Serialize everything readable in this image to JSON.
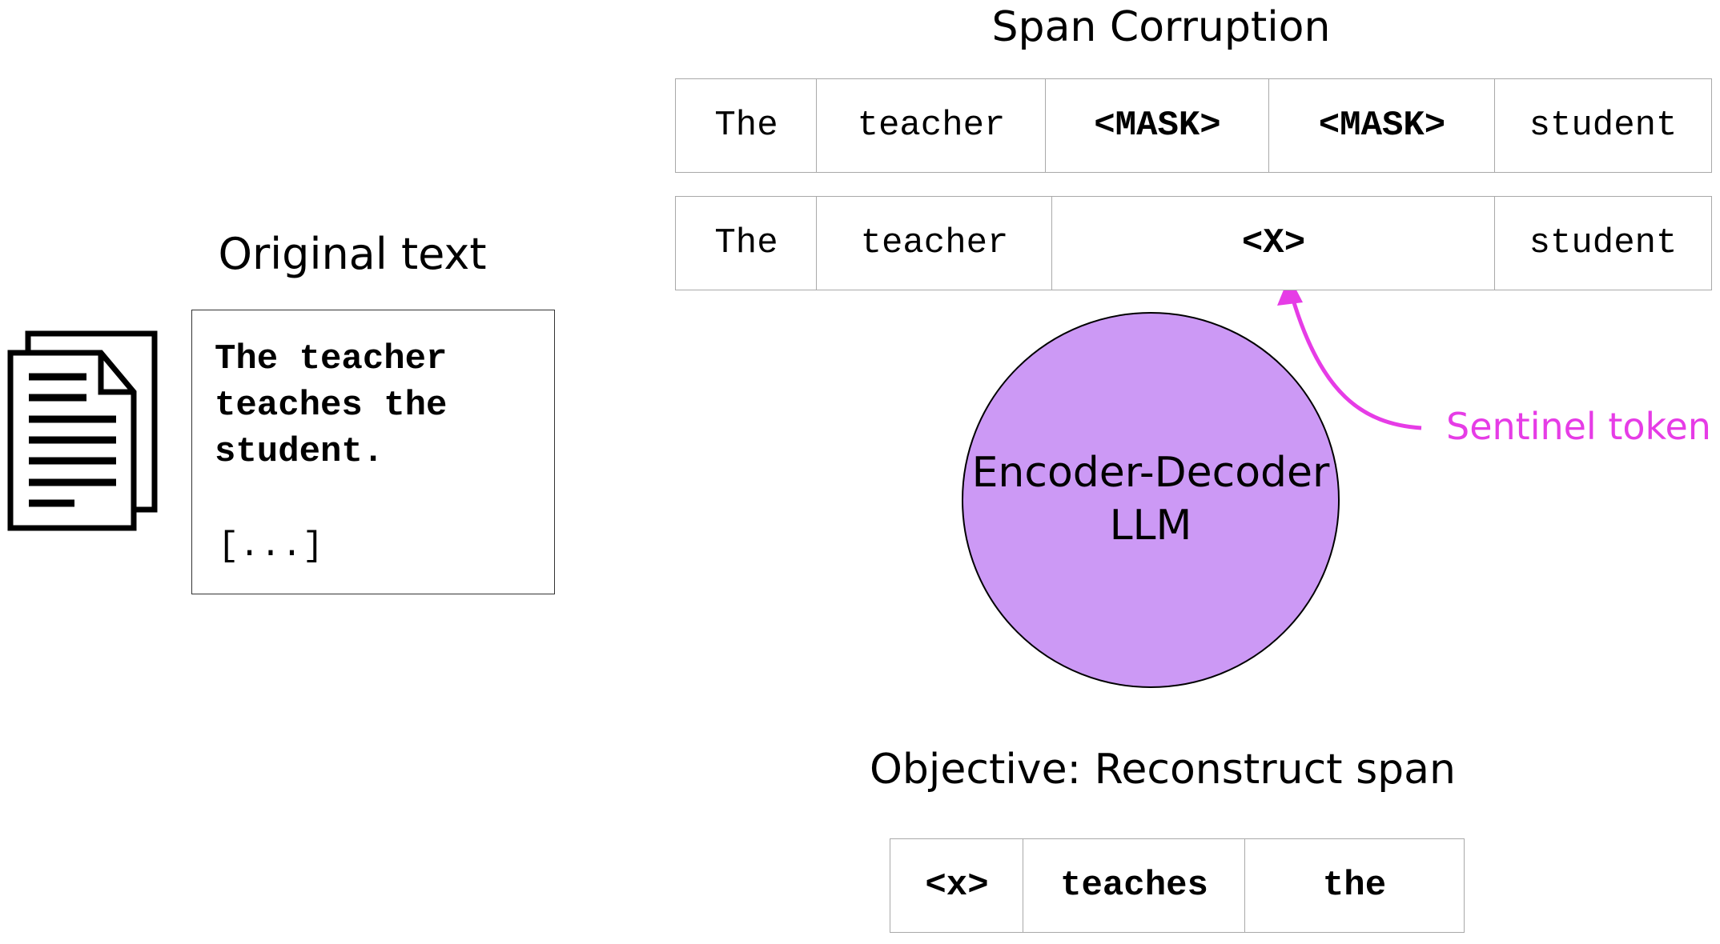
{
  "span_corruption": {
    "title": "Span Corruption",
    "masked_row": [
      "The",
      "teacher",
      "<MASK>",
      "<MASK>",
      "student"
    ],
    "sentinel_row": [
      "The",
      "teacher",
      "<X>",
      "student"
    ]
  },
  "original": {
    "title": "Original text",
    "lines": [
      "The teacher",
      "teaches the",
      "student."
    ],
    "ellipsis": "[...]",
    "icon": "documents-icon"
  },
  "model": {
    "line1": "Encoder-Decoder",
    "line2": "LLM",
    "color": "#cc99f5"
  },
  "sentinel": {
    "label": "Sentinel token",
    "color": "#e63ce6"
  },
  "objective": {
    "title": "Objective: Reconstruct span",
    "row": [
      "<x>",
      "teaches",
      "the"
    ]
  }
}
